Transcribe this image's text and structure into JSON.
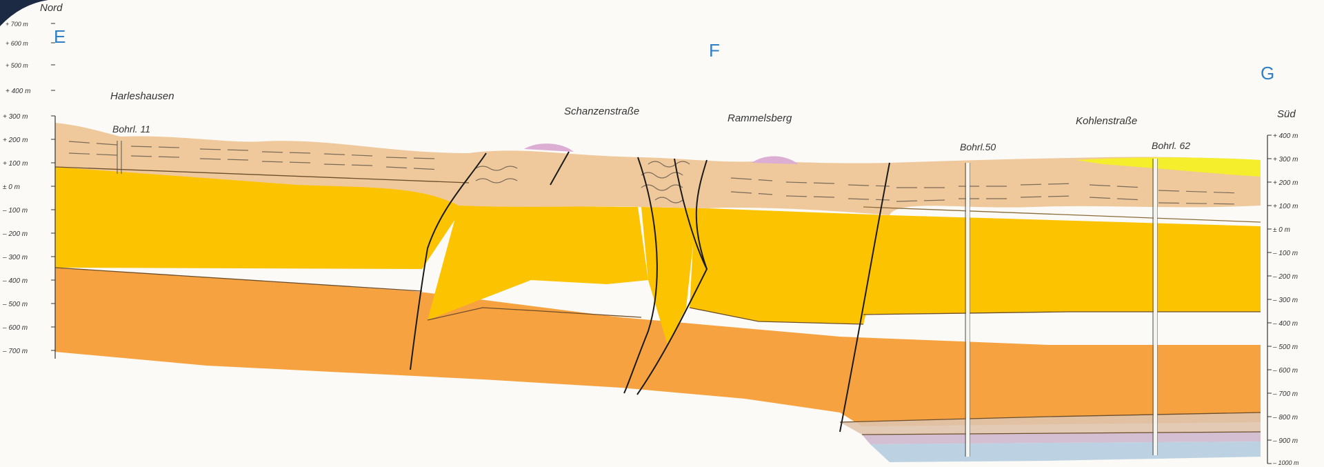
{
  "section_points": {
    "start": "E",
    "middle": "F",
    "end": "G"
  },
  "direction": {
    "left": "Nord",
    "right": "Süd"
  },
  "left_axis": [
    "+ 700 m",
    "+ 600 m",
    "+ 500 m",
    "+ 400 m",
    "+ 300 m",
    "+ 200 m",
    "+ 100 m",
    "±   0 m",
    "– 100 m",
    "– 200 m",
    "– 300 m",
    "– 400 m",
    "– 500 m",
    "– 600 m",
    "– 700 m"
  ],
  "right_axis": [
    "+ 400 m",
    "+ 300 m",
    "+ 200 m",
    "+ 100 m",
    "±   0 m",
    "– 100 m",
    "– 200 m",
    "– 300 m",
    "– 400 m",
    "– 500 m",
    "– 600 m",
    "– 700 m",
    "– 800 m",
    "– 900 m",
    "– 1000 m"
  ],
  "locations": [
    "Harleshausen",
    "Schanzenstraße",
    "Rammelsberg",
    "Kohlenstraße"
  ],
  "boreholes": [
    "Bohrl. 11",
    "Bohrl.50",
    "Bohrl. 62"
  ],
  "colors": {
    "cover": "#efc99b",
    "yellow": "#fcc300",
    "orange": "#f6a240",
    "pink": "#dcaed4",
    "lemon": "#f4ee2c",
    "accent": "#2f7fc6"
  }
}
